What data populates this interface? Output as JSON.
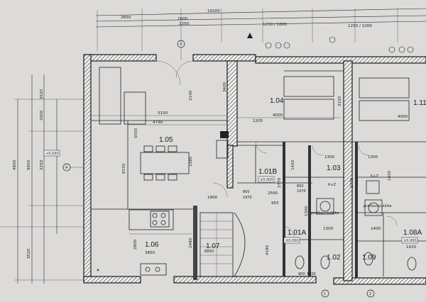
{
  "top_dims": {
    "total": "10200",
    "a": "2650",
    "b": "2000",
    "c": "2250",
    "d": "1250 / 1000",
    "e": "1250 / 1000"
  },
  "left_dims": {
    "d1": "3520",
    "d2": "2000",
    "d3": "4800",
    "d4": "9950",
    "d5": "2250",
    "d6": "3520",
    "level_mark": "+0,030"
  },
  "axis_markers": {
    "a4_top": "4",
    "a4_left": "4",
    "b1": "1",
    "b2": "2"
  },
  "rooms": {
    "r105": "1.05",
    "r106": "1.06",
    "r107": "1.07",
    "r101b": "1.01B",
    "r101a": "1.01A",
    "r102": "1.02",
    "r103": "1.03",
    "r104": "1.04",
    "r108a": "1.08A",
    "r109": "1.09",
    "r111": "1.11"
  },
  "room_levels": {
    "l101b": "±0,000",
    "l101a": "±0,000",
    "l108a": "±0,000"
  },
  "interior_dims": {
    "w5150": "5150",
    "w4790": "4790",
    "w4000_a": "4000",
    "w4000_b": "4000",
    "w3850": "3850",
    "w2560": "2560",
    "w1300_a": "1300",
    "w1300_b": "1300",
    "w1300_c": "1300",
    "w1400": "1400",
    "w1420": "1420",
    "w1205": "1205",
    "w955": "955",
    "h5550": "5550",
    "h8150": "8150",
    "h2600": "2600",
    "h2480": "2480",
    "h2770_a": "2770",
    "h2770_b": "2770",
    "h1450_a": "1450",
    "h1450_b": "1450",
    "h1300": "1300",
    "h1580": "1580",
    "h4180": "4180",
    "h3150": "3150",
    "w1800": "1800",
    "w3800": "3800",
    "h2140": "2140",
    "h3400": "3400",
    "d800": "800",
    "d1970": "1970",
    "d900": "900",
    "d1800": "1800"
  },
  "labels": {
    "kz1": "K+Z",
    "kz2": "K+Z",
    "pr1": "pračka+sušička",
    "pr2": "pračka+sušička",
    "asterisk": "*"
  },
  "colors": {
    "paper": "#d9d8d6",
    "ink": "#1b1b1b",
    "hatch": "#3a3a3a"
  }
}
